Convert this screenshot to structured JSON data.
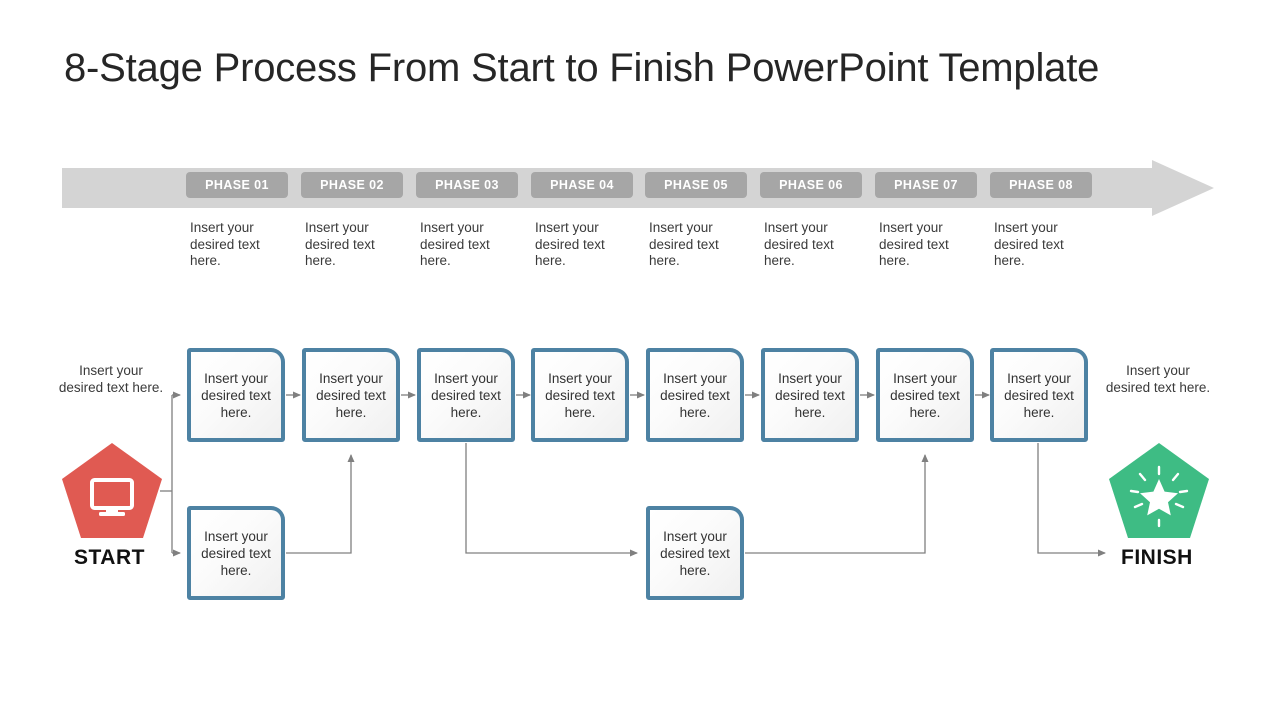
{
  "page_title": "8-Stage Process From Start to Finish PowerPoint Template",
  "colors": {
    "banner_background": "#d4d4d4",
    "phase_chip": "#a6a6a6",
    "box_border": "#4d82a3",
    "box_fill": "#f5f5f5",
    "start_pentagon": "#e05a52",
    "finish_pentagon": "#3ebc84",
    "connector": "#808080",
    "title_text": "#262626"
  },
  "banner": {
    "phases": [
      {
        "label": "PHASE 01",
        "description": "Insert your desired text here."
      },
      {
        "label": "PHASE 02",
        "description": "Insert your desired text here."
      },
      {
        "label": "PHASE 03",
        "description": "Insert your desired text here."
      },
      {
        "label": "PHASE 04",
        "description": "Insert your desired text here."
      },
      {
        "label": "PHASE 05",
        "description": "Insert your desired text here."
      },
      {
        "label": "PHASE 06",
        "description": "Insert your desired text here."
      },
      {
        "label": "PHASE 07",
        "description": "Insert your desired text here."
      },
      {
        "label": "PHASE 08",
        "description": "Insert your desired text here."
      }
    ]
  },
  "diagram": {
    "start": {
      "label": "START",
      "description": "Insert your desired text here.",
      "icon": "monitor-icon"
    },
    "finish": {
      "label": "FINISH",
      "description": "Insert your desired text here.",
      "icon": "sparkle-star-icon"
    },
    "top_row_boxes": [
      {
        "text": "Insert your desired text here."
      },
      {
        "text": "Insert your desired text here."
      },
      {
        "text": "Insert your desired text here."
      },
      {
        "text": "Insert your desired text here."
      },
      {
        "text": "Insert your desired text here."
      },
      {
        "text": "Insert your desired text here."
      },
      {
        "text": "Insert your desired text here."
      },
      {
        "text": "Insert your desired text here."
      }
    ],
    "bottom_row_boxes": [
      {
        "text": "Insert your desired text here."
      },
      {
        "text": "Insert your desired text here."
      }
    ]
  }
}
